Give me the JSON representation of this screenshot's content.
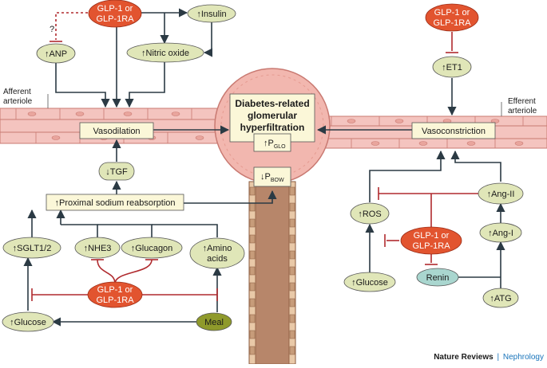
{
  "colors": {
    "vessel": "#f4c4bf",
    "vessel_border": "#c97a72",
    "glomerulus": "#f2b7af",
    "drug": "#e2542f",
    "factor": "#e0e6b8",
    "meal": "#8f9a2b",
    "renin": "#a9d6cf",
    "box": "#fbf7d8",
    "arrow": "#2b3a44",
    "inhibit": "#b02a2e",
    "tubule": "#b7866a"
  },
  "labels": {
    "afferent_line1": "Afferent",
    "afferent_line2": "arteriole",
    "efferent_line1": "Efferent",
    "efferent_line2": "arteriole",
    "glomerulus_title_1": "Diabetes-related",
    "glomerulus_title_2": "glomerular",
    "glomerulus_title_3": "hyperfiltration",
    "p_glo_prefix": "↑P",
    "p_glo_sub": "GLO",
    "p_bow_prefix": "↓P",
    "p_bow_sub": "BOW",
    "vasodilation": "Vasodilation",
    "vasoconstriction": "Vasoconstriction",
    "tgf": "↓TGF",
    "proximal": "↑Proximal sodium reabsorption",
    "question_mark": "?"
  },
  "drugs": {
    "line1": "GLP-1 or",
    "line2": "GLP-1RA"
  },
  "factors": {
    "insulin": "↑Insulin",
    "anp": "↑ANP",
    "nitric_oxide": "↑Nitric oxide",
    "et1": "↑ET1",
    "sglt": "↑SGLT1/2",
    "nhe3": "↑NHE3",
    "glucagon": "↑Glucagon",
    "amino_1": "↑Amino",
    "amino_2": "acids",
    "glucose_left": "↑Glucose",
    "meal": "Meal",
    "ros": "↑ROS",
    "ang2": "↑Ang-II",
    "ang1": "↑Ang-I",
    "glucose_right": "↑Glucose",
    "renin": "Renin",
    "atg": "↑ATG"
  },
  "credit": {
    "publisher": "Nature Reviews",
    "separator": "|",
    "journal": "Nephrology"
  }
}
